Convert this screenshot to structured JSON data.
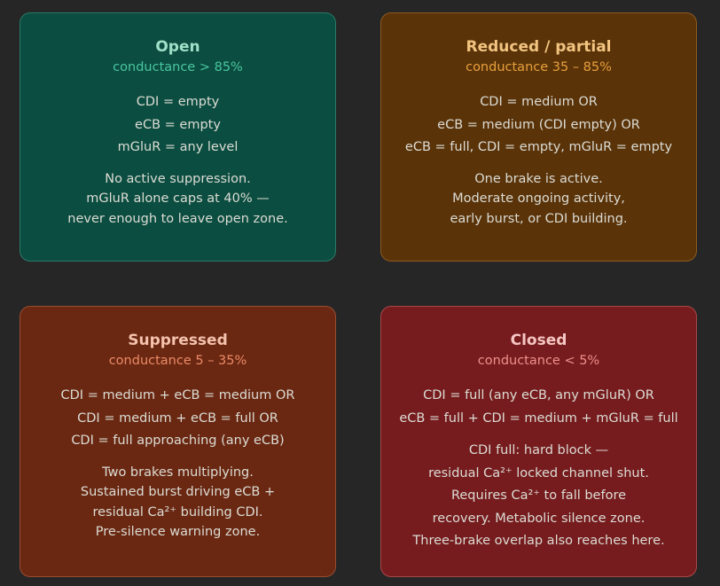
{
  "cards": [
    {
      "title": "Open",
      "subtitle": "conductance > 85%",
      "rules": [
        "CDI = empty",
        "eCB = empty",
        "mGluR = any level"
      ],
      "description": [
        "No active suppression.",
        "mGluR alone caps at 40% —",
        "never enough to leave open zone."
      ],
      "colors": {
        "background": "#0b4d40",
        "title": "#9fe0c8",
        "subtitle": "#49c79f"
      }
    },
    {
      "title": "Reduced / partial",
      "subtitle": "conductance 35 – 85%",
      "rules": [
        "CDI = medium OR",
        "eCB = medium (CDI empty) OR",
        "eCB = full, CDI = empty, mGluR = empty"
      ],
      "description": [
        "One brake is active.",
        "Moderate ongoing activity,",
        "early burst, or CDI building."
      ],
      "colors": {
        "background": "#5a3309",
        "title": "#f2c480",
        "subtitle": "#e8a03c"
      }
    },
    {
      "title": "Suppressed",
      "subtitle": "conductance 5 – 35%",
      "rules": [
        "CDI = medium + eCB = medium OR",
        "CDI = medium + eCB = full OR",
        "CDI = full approaching (any eCB)"
      ],
      "description": [
        "Two brakes multiplying.",
        "Sustained burst driving eCB +",
        "residual Ca²⁺ building CDI.",
        "Pre-silence warning zone."
      ],
      "colors": {
        "background": "#6a2812",
        "title": "#f4c2ad",
        "subtitle": "#ec8a66"
      }
    },
    {
      "title": "Closed",
      "subtitle": "conductance < 5%",
      "rules": [
        "CDI = full (any eCB, any mGluR) OR",
        "eCB = full + CDI = medium + mGluR = full"
      ],
      "description": [
        "CDI full: hard block —",
        "residual Ca²⁺ locked channel shut.",
        "Requires Ca²⁺ to fall before",
        "recovery. Metabolic silence zone.",
        "Three-brake overlap also reaches here."
      ],
      "colors": {
        "background": "#761c1e",
        "title": "#f5c6c3",
        "subtitle": "#ee8f8c"
      }
    }
  ]
}
